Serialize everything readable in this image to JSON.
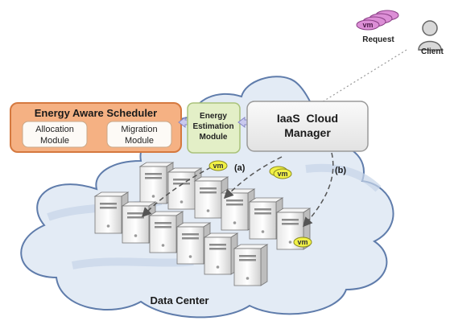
{
  "diagram": {
    "request_label": "Request",
    "client_label": "Client",
    "vm_label": "vm",
    "scheduler": {
      "title": "Energy Aware Scheduler",
      "allocation_line1": "Allocation",
      "allocation_line2": "Module",
      "migration_line1": "Migration",
      "migration_line2": "Module"
    },
    "energy_module": {
      "line1": "Energy",
      "line2": "Estimation",
      "line3": "Module"
    },
    "cloud_manager": {
      "line1": "IaaS  Cloud",
      "line2": "Manager"
    },
    "path_a_label": "(a)",
    "path_b_label": "(b)",
    "datacenter_label": "Data Center",
    "colors": {
      "scheduler_fill": "#f5b183",
      "scheduler_border": "#d5793f",
      "energy_fill": "#e3efc7",
      "energy_border": "#a9c27a",
      "manager_fill": "#f2f2f2",
      "cloud_fill": "#e3ebf5",
      "cloud_border": "#5f7cab",
      "vm_fill": "#f1f146",
      "request_vm_fill": "#dc8fd6",
      "arrow": "#a5a5d6"
    }
  }
}
